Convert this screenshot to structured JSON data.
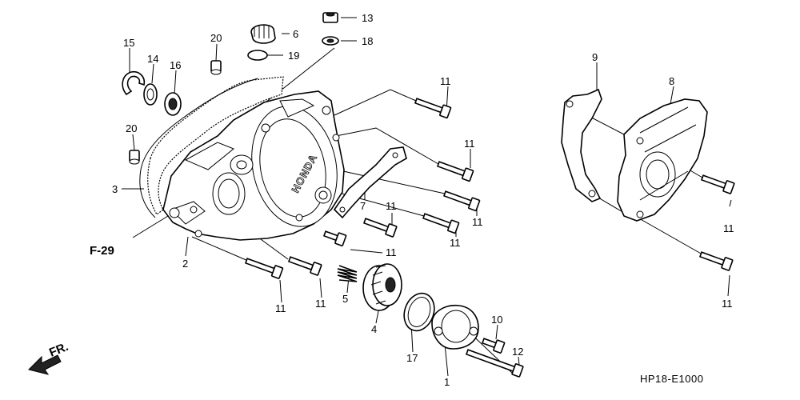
{
  "diagram": {
    "code": "HP18-E1000",
    "reference": "F-29",
    "direction_label": "FR.",
    "cover_logo": "HONDA",
    "callouts": {
      "c1": "1",
      "c2": "2",
      "c3": "3",
      "c4": "4",
      "c5": "5",
      "c6": "6",
      "c7": "7",
      "c8": "8",
      "c9": "9",
      "c10": "10",
      "c12": "12",
      "c13": "13",
      "c14": "14",
      "c15": "15",
      "c16": "16",
      "c17": "17",
      "c18": "18",
      "c19": "19",
      "c20a": "20",
      "c20b": "20",
      "c11a": "11",
      "c11b": "11",
      "c11c": "11",
      "c11d": "11",
      "c11e": "11",
      "c11f": "11",
      "c11g": "11",
      "c11h": "11",
      "c11i": "11",
      "c11j": "11"
    }
  }
}
